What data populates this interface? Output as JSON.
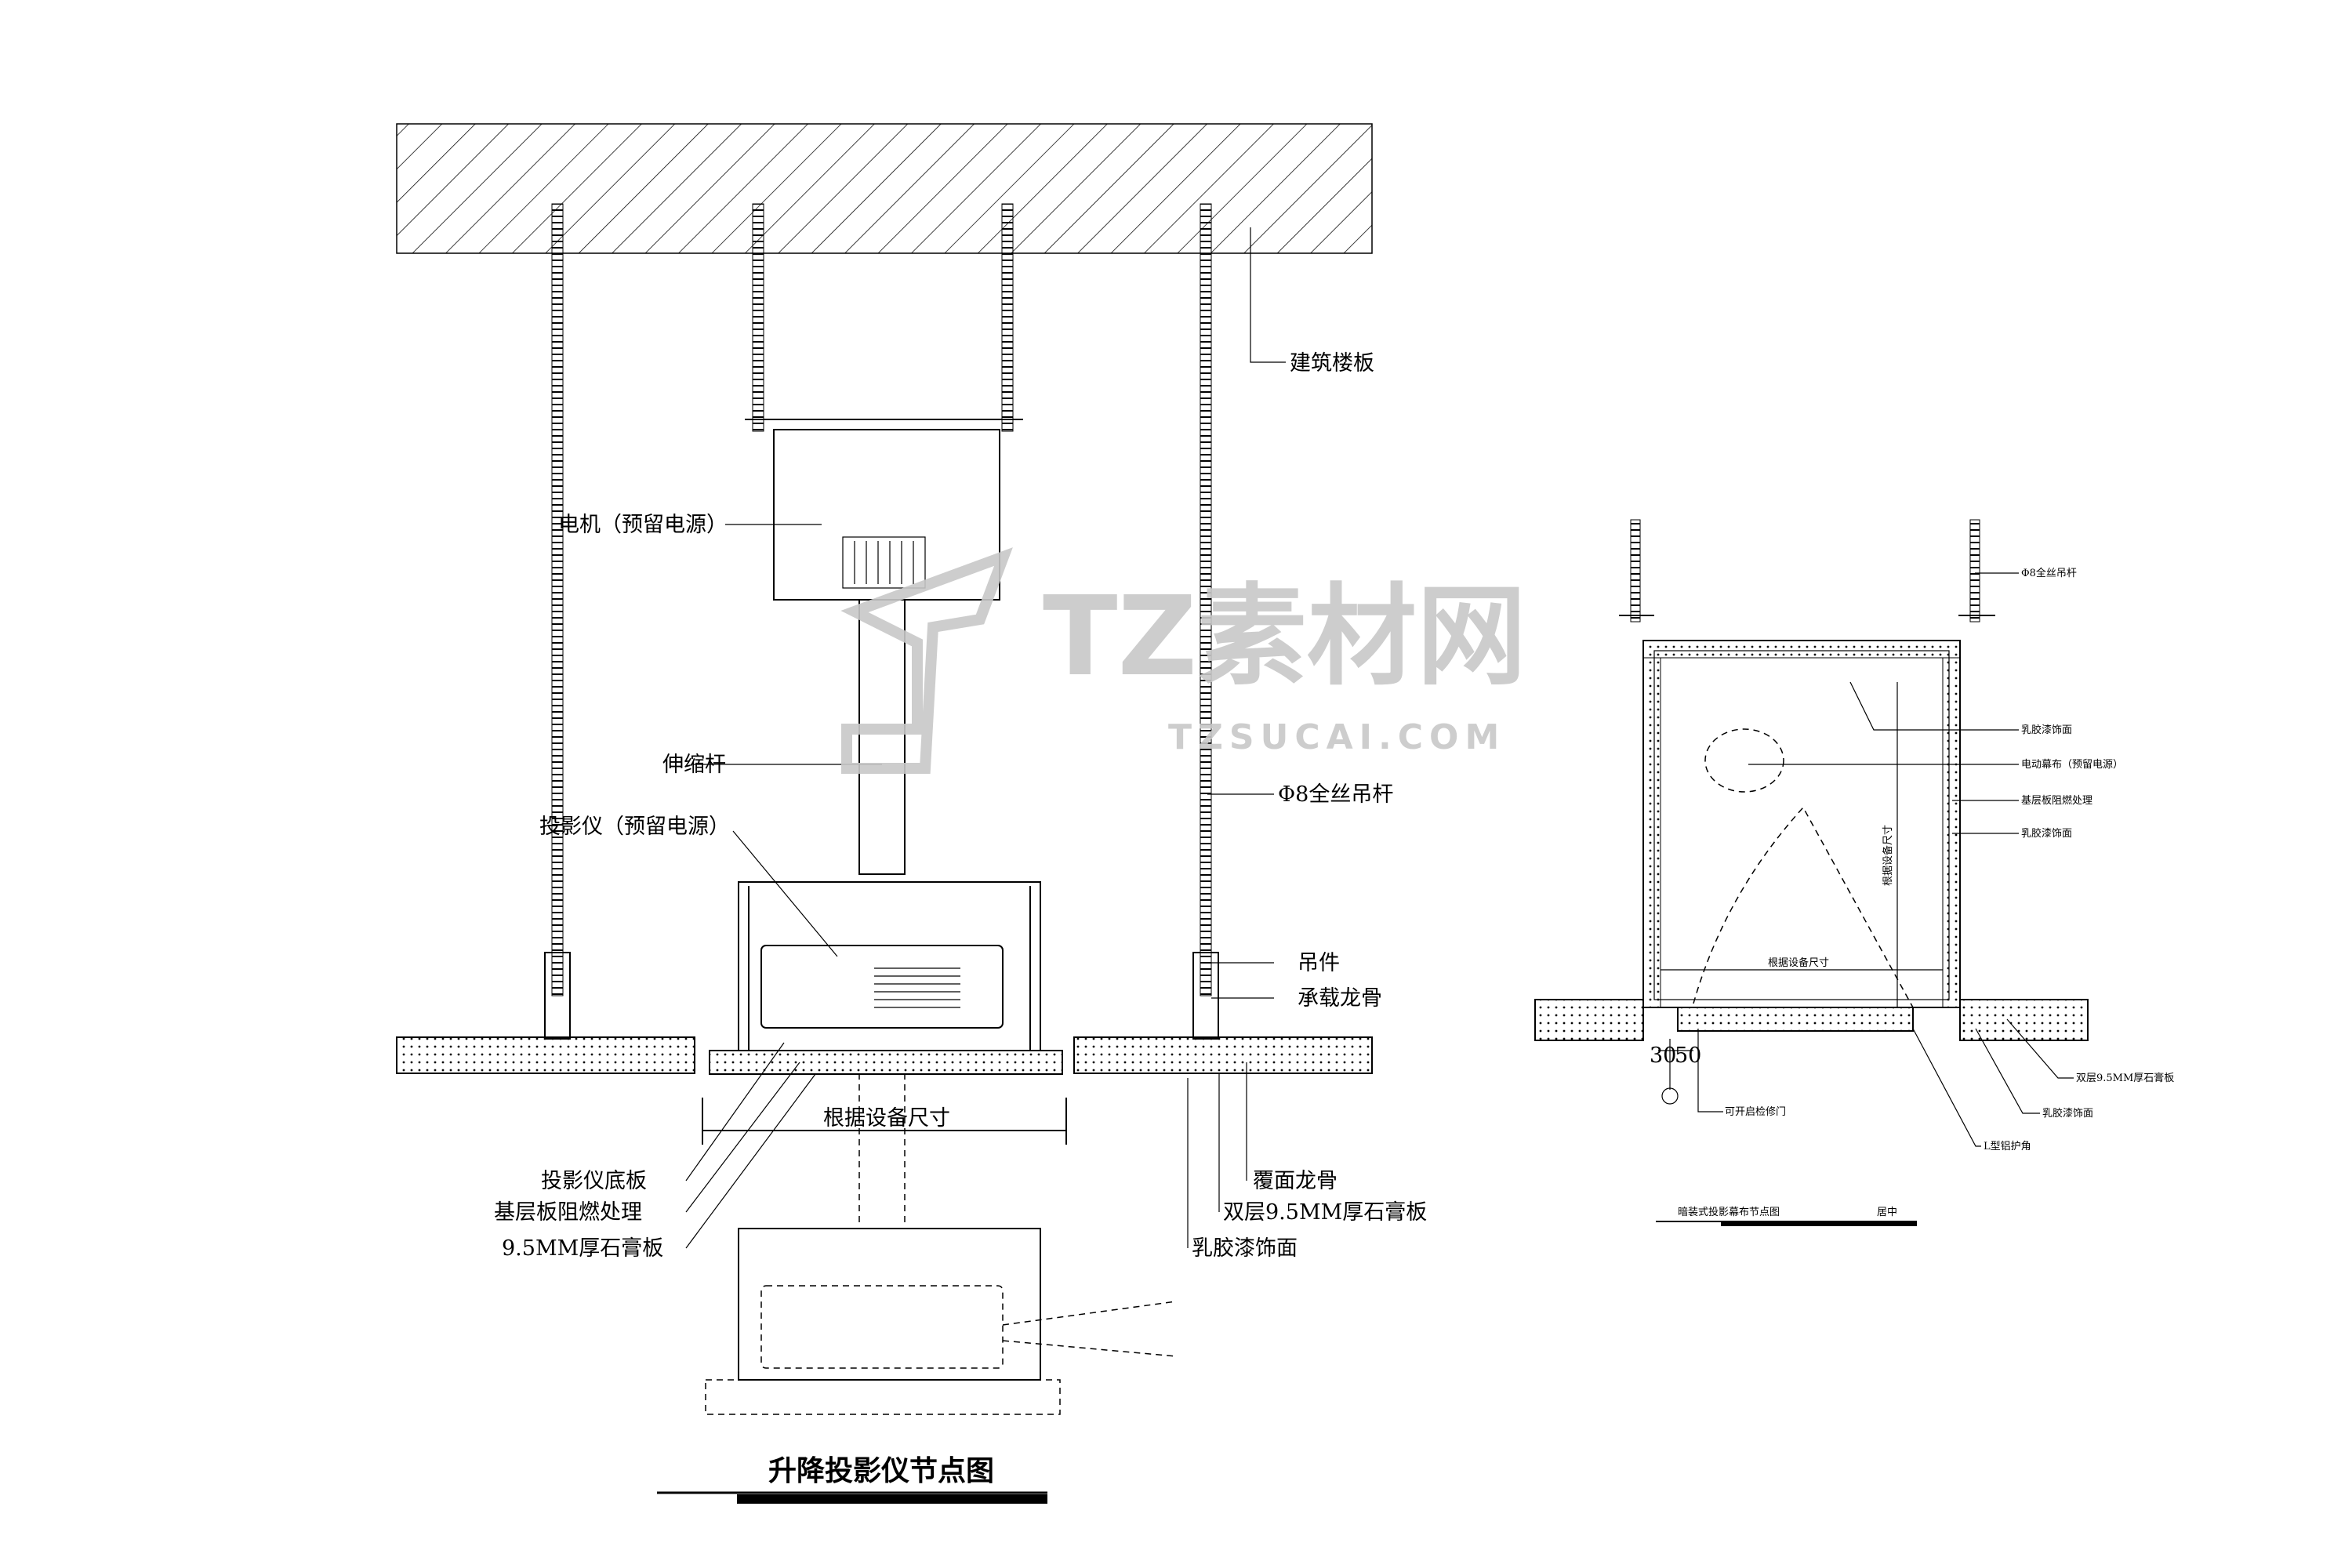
{
  "watermark": {
    "brand": "TZ素材网",
    "url": "TZSUCAI.COM"
  },
  "left_detail": {
    "title": "升降投影仪节点图",
    "labels": {
      "slab": "建筑楼板",
      "motor": "电机（预留电源）",
      "telescopic_rod": "伸缩杆",
      "hanger_rod": "Φ8全丝吊杆",
      "projector": "投影仪（预留电源）",
      "hanger": "吊件",
      "main_keel": "承载龙骨",
      "dimension": "根据设备尺寸",
      "projector_base": "投影仪底板",
      "base_board": "基层板阻燃处理",
      "gypsum": "9.5MM厚石膏板",
      "cover_keel": "覆面龙骨",
      "double_gypsum": "双层9.5MM厚石膏板",
      "latex_paint": "乳胶漆饰面"
    }
  },
  "right_detail": {
    "title": "暗装式投影幕布节点图",
    "note": "居中",
    "labels": {
      "hanger_rod": "Φ8全丝吊杆",
      "latex_paint_1": "乳胶漆饰面",
      "screen": "电动幕布（预留电源）",
      "base_board": "基层板阻燃处理",
      "latex_paint_2": "乳胶漆饰面",
      "dim_vertical": "根据设备尺寸",
      "dim_horizontal": "根据设备尺寸",
      "dim_a": "30",
      "dim_b": "50",
      "access_door": "可开启检修门",
      "corner_guard": "L型铝护角",
      "latex_paint_3": "乳胶漆饰面",
      "double_gypsum": "双层9.5MM厚石膏板"
    }
  }
}
